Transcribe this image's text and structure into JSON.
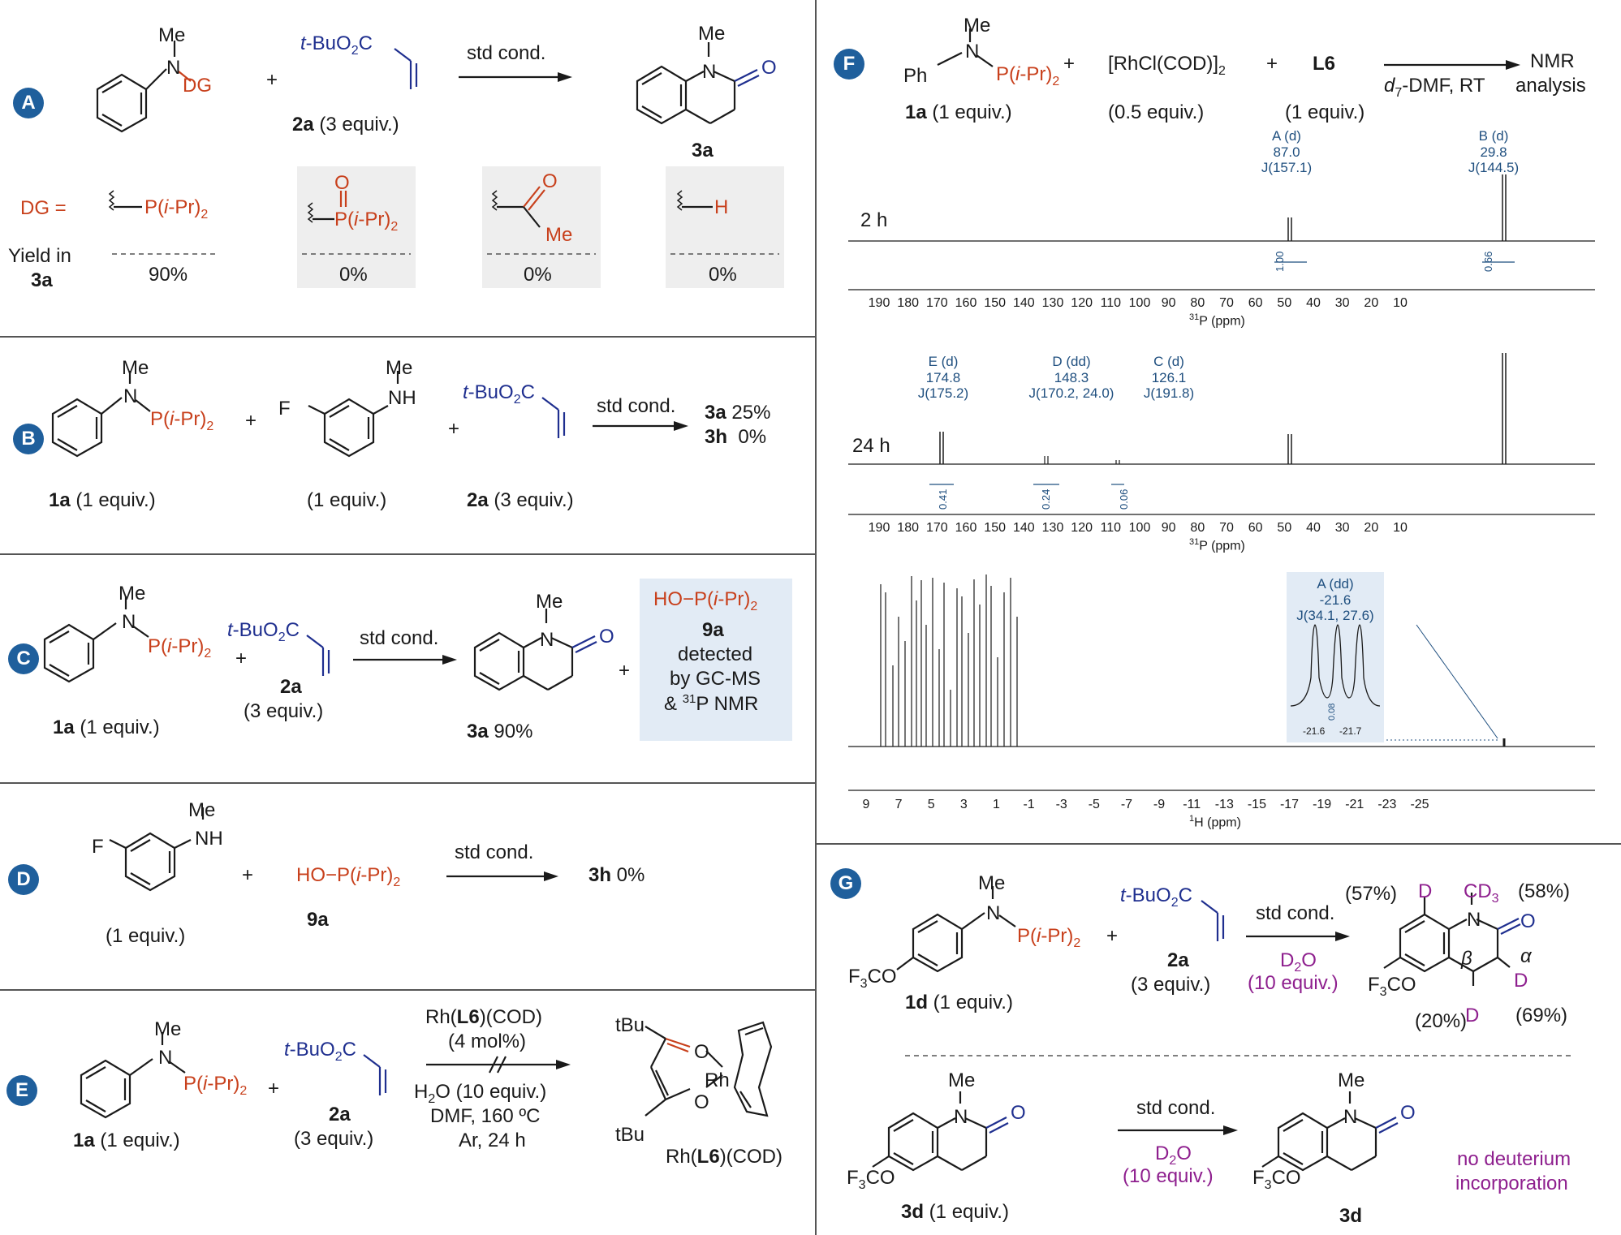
{
  "panels": {
    "A": {
      "badge": "A",
      "reagent_name": "t-BuO2C",
      "equiv_label": "2a (3 equiv.)",
      "conditions": "std cond.",
      "product": "3a",
      "me": "Me",
      "dg": "DG",
      "dg_eq": "DG =",
      "yield_label_1": "Yield in",
      "yield_label_2": "3a",
      "dg_options": [
        {
          "label": "P(i-Pr)2",
          "yield": "90%"
        },
        {
          "label": "P(i-Pr)2",
          "yield": "0%"
        },
        {
          "label": "Me",
          "yield": "0%"
        },
        {
          "label": "H",
          "yield": "0%"
        }
      ]
    },
    "B": {
      "badge": "B",
      "reagent1": "1a (1 equiv.)",
      "reagent2": "(1 equiv.)",
      "reagent3": "2a (3 equiv.)",
      "conditions": "std cond.",
      "result1": "3a 25%",
      "result2": "3h  0%"
    },
    "C": {
      "badge": "C",
      "reagent1": "1a (1 equiv.)",
      "reagent2a": "2a",
      "reagent2b": "(3 equiv.)",
      "conditions": "std cond.",
      "product": "3a 90%",
      "side_product": "HO−P(i-Pr)2",
      "side_label": "9a",
      "side_note1": "detected",
      "side_note2": "by GC-MS",
      "side_note3": "& 31P NMR"
    },
    "D": {
      "badge": "D",
      "reagent1": "(1 equiv.)",
      "reagent2": "HO−P(i-Pr)2",
      "reagent2_label": "9a",
      "conditions": "std cond.",
      "result": "3h 0%"
    },
    "E": {
      "badge": "E",
      "reagent1": "1a (1 equiv.)",
      "reagent2a": "2a",
      "reagent2b": "(3 equiv.)",
      "cat": "Rh(L6)(COD)",
      "cat_amount": "(4 mol%)",
      "cond1": "H2O (10 equiv.)",
      "cond2": "DMF, 160 ºC",
      "cond3": "Ar, 24 h",
      "complex_label": "Rh(L6)(COD)",
      "tbu": "tBu",
      "rh": "Rh"
    },
    "F": {
      "badge": "F",
      "reagent1": "1a (1 equiv.)",
      "reagent2": "[RhCl(COD)]2",
      "reagent2_amount": "(0.5 equiv.)",
      "reagent3": "L6",
      "reagent3_amount": "(1 equiv.)",
      "cond": "d7-DMF, RT",
      "result1": "NMR",
      "result2": "analysis",
      "spectra": [
        {
          "time": "2 h",
          "axis_label": "31P (ppm)",
          "ticks": [
            190,
            180,
            170,
            160,
            150,
            140,
            130,
            120,
            110,
            100,
            90,
            80,
            70,
            60,
            50,
            40,
            30,
            20,
            10
          ],
          "peaks": [
            {
              "name": "A (d)",
              "shift": "87.0",
              "j": "J(157.1)",
              "integral": "1.00"
            },
            {
              "name": "B (d)",
              "shift": "29.8",
              "j": "J(144.5)",
              "integral": "0.66"
            }
          ]
        },
        {
          "time": "24 h",
          "axis_label": "31P (ppm)",
          "ticks": [
            190,
            180,
            170,
            160,
            150,
            140,
            130,
            120,
            110,
            100,
            90,
            80,
            70,
            60,
            50,
            40,
            30,
            20,
            10
          ],
          "peaks": [
            {
              "name": "E (d)",
              "shift": "174.8",
              "j": "J(175.2)",
              "integral": "0.41"
            },
            {
              "name": "D (dd)",
              "shift": "148.3",
              "j": "J(170.2, 24.0)",
              "integral": "0.24"
            },
            {
              "name": "C (d)",
              "shift": "126.1",
              "j": "J(191.8)",
              "integral": "0.06"
            }
          ]
        },
        {
          "axis_label": "1H (ppm)",
          "ticks": [
            9,
            7,
            5,
            3,
            1,
            -1,
            -3,
            -5,
            -7,
            -9,
            -11,
            -13,
            -15,
            -17,
            -19,
            -21,
            -23,
            -25
          ],
          "inset": {
            "name": "A (dd)",
            "shift": "-21.6",
            "j": "J(34.1, 27.6)",
            "integral": "0.08",
            "tick1": "-21.6",
            "tick2": "-21.7"
          }
        }
      ]
    },
    "G": {
      "badge": "G",
      "reagent1": "1d (1 equiv.)",
      "reagent2a": "2a",
      "reagent2b": "(3 equiv.)",
      "conditions": "std cond.",
      "additive": "D2O",
      "additive_amount": "(10 equiv.)",
      "pct_1": "(57%)",
      "pct_2": "(58%)",
      "pct_3": "(20%)",
      "pct_4": "(69%)",
      "alpha": "α",
      "beta": "β",
      "d": "D",
      "cd3": "CD3",
      "f3co": "F3CO",
      "reagent_b": "3d (1 equiv.)",
      "product_b": "3d",
      "note1": "no deuterium",
      "note2": "incorporation"
    }
  }
}
